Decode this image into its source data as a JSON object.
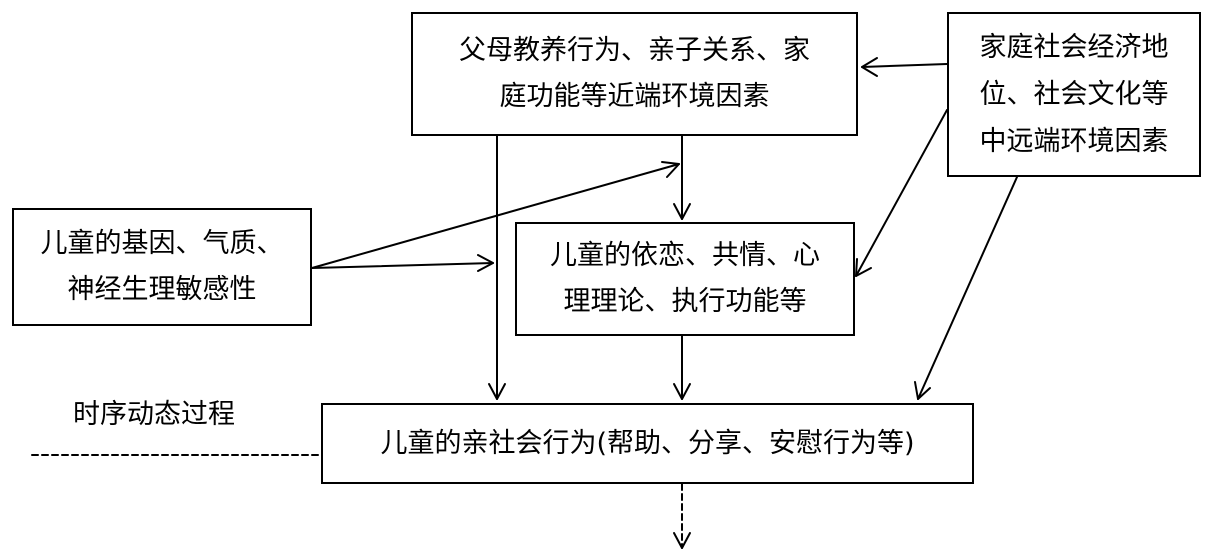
{
  "nodes": {
    "proximal": {
      "line1": "父母教养行为、亲子关系、家",
      "line2": "庭功能等近端环境因素"
    },
    "distal": {
      "line1": "家庭社会经济地",
      "line2": "位、社会文化等",
      "line3": "中远端环境因素"
    },
    "genetic": {
      "line1": "儿童的基因、气质、",
      "line2": "神经生理敏感性"
    },
    "child_traits": {
      "line1": "儿童的依恋、共情、心",
      "line2": "理理论、执行功能等"
    },
    "prosocial": {
      "text": "儿童的亲社会行为(帮助、分享、安慰行为等)"
    }
  },
  "timeline": {
    "label": "时序动态过程"
  }
}
